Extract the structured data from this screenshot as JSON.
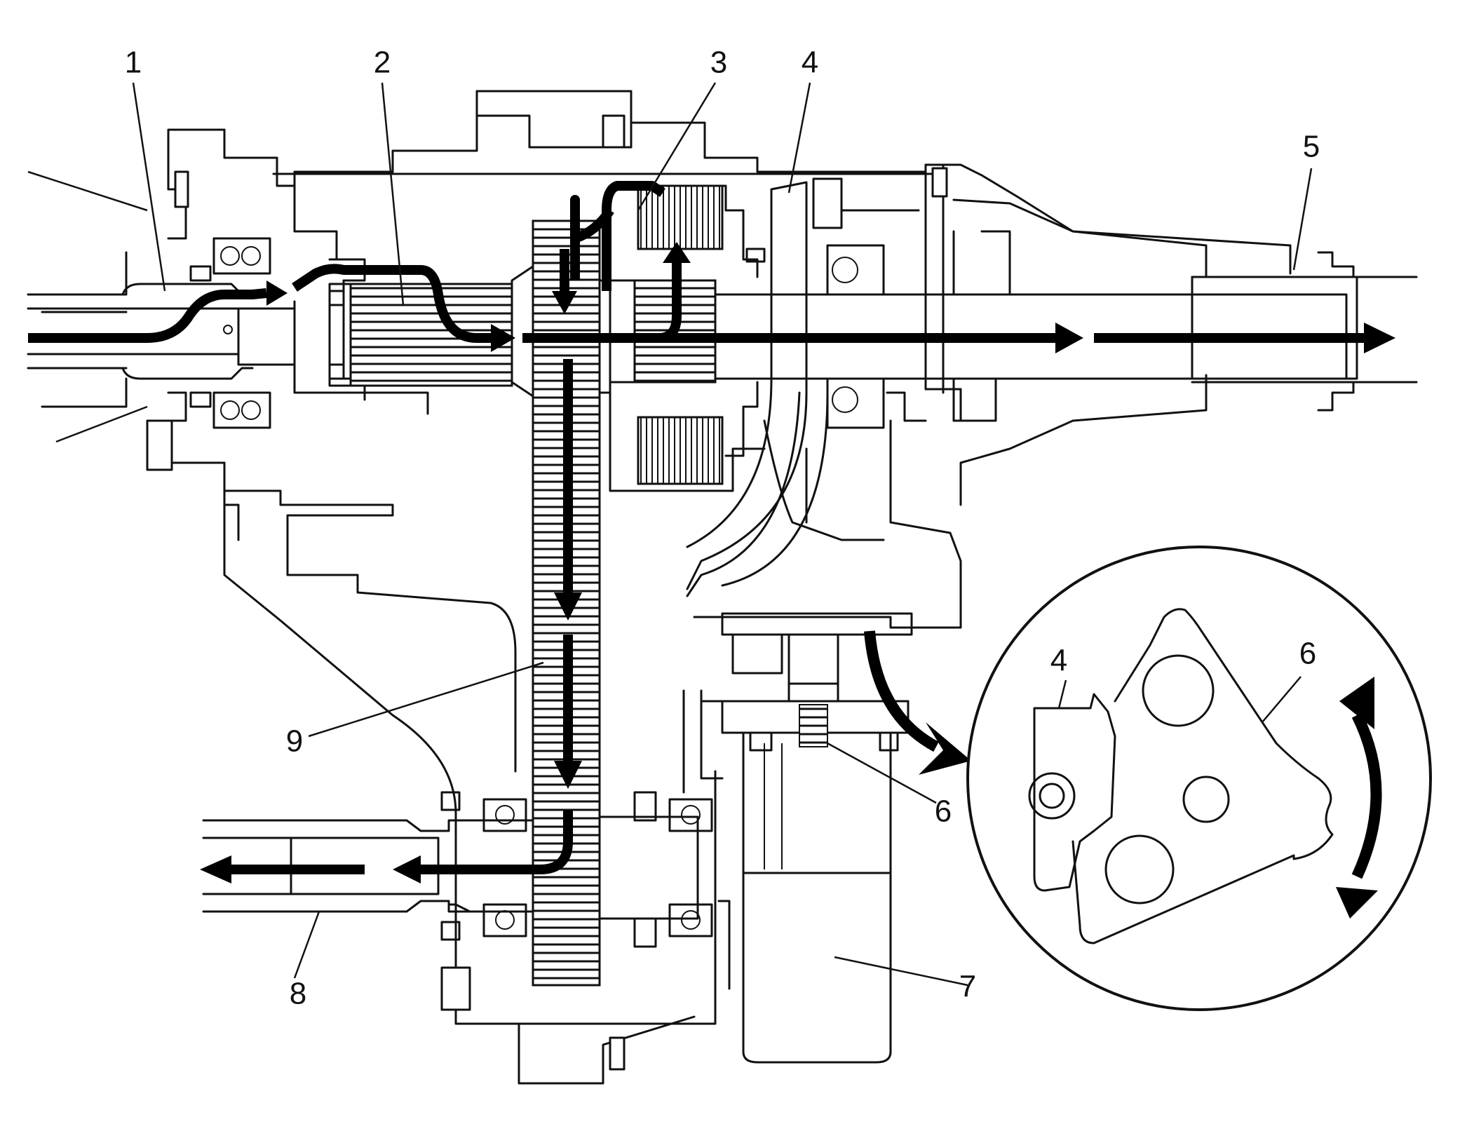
{
  "figure": {
    "callouts": [
      {
        "id": "1",
        "label": "1"
      },
      {
        "id": "2",
        "label": "2"
      },
      {
        "id": "3",
        "label": "3"
      },
      {
        "id": "4",
        "label": "4"
      },
      {
        "id": "5",
        "label": "5"
      },
      {
        "id": "6",
        "label": "6"
      },
      {
        "id": "7",
        "label": "7"
      },
      {
        "id": "8",
        "label": "8"
      },
      {
        "id": "9",
        "label": "9"
      }
    ],
    "detail_view": {
      "callouts": [
        {
          "id": "4",
          "label": "4"
        },
        {
          "id": "6",
          "label": "6"
        }
      ]
    }
  }
}
